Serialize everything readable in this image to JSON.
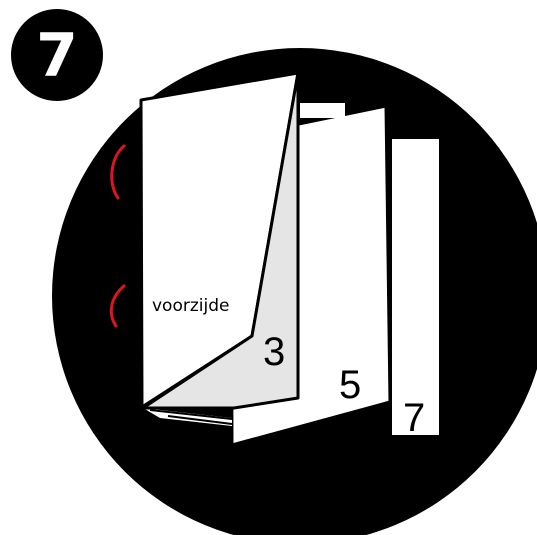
{
  "step": {
    "number": "7"
  },
  "pages": [
    {
      "number": "3"
    },
    {
      "number": "5"
    },
    {
      "number": "7"
    }
  ],
  "front_label": "voorzijde",
  "colors": {
    "disc": "#000000",
    "page": "#ffffff",
    "fold_shadow": "#e5e5e5",
    "marker": "#e0141e",
    "badge_text": "#ffffff"
  }
}
